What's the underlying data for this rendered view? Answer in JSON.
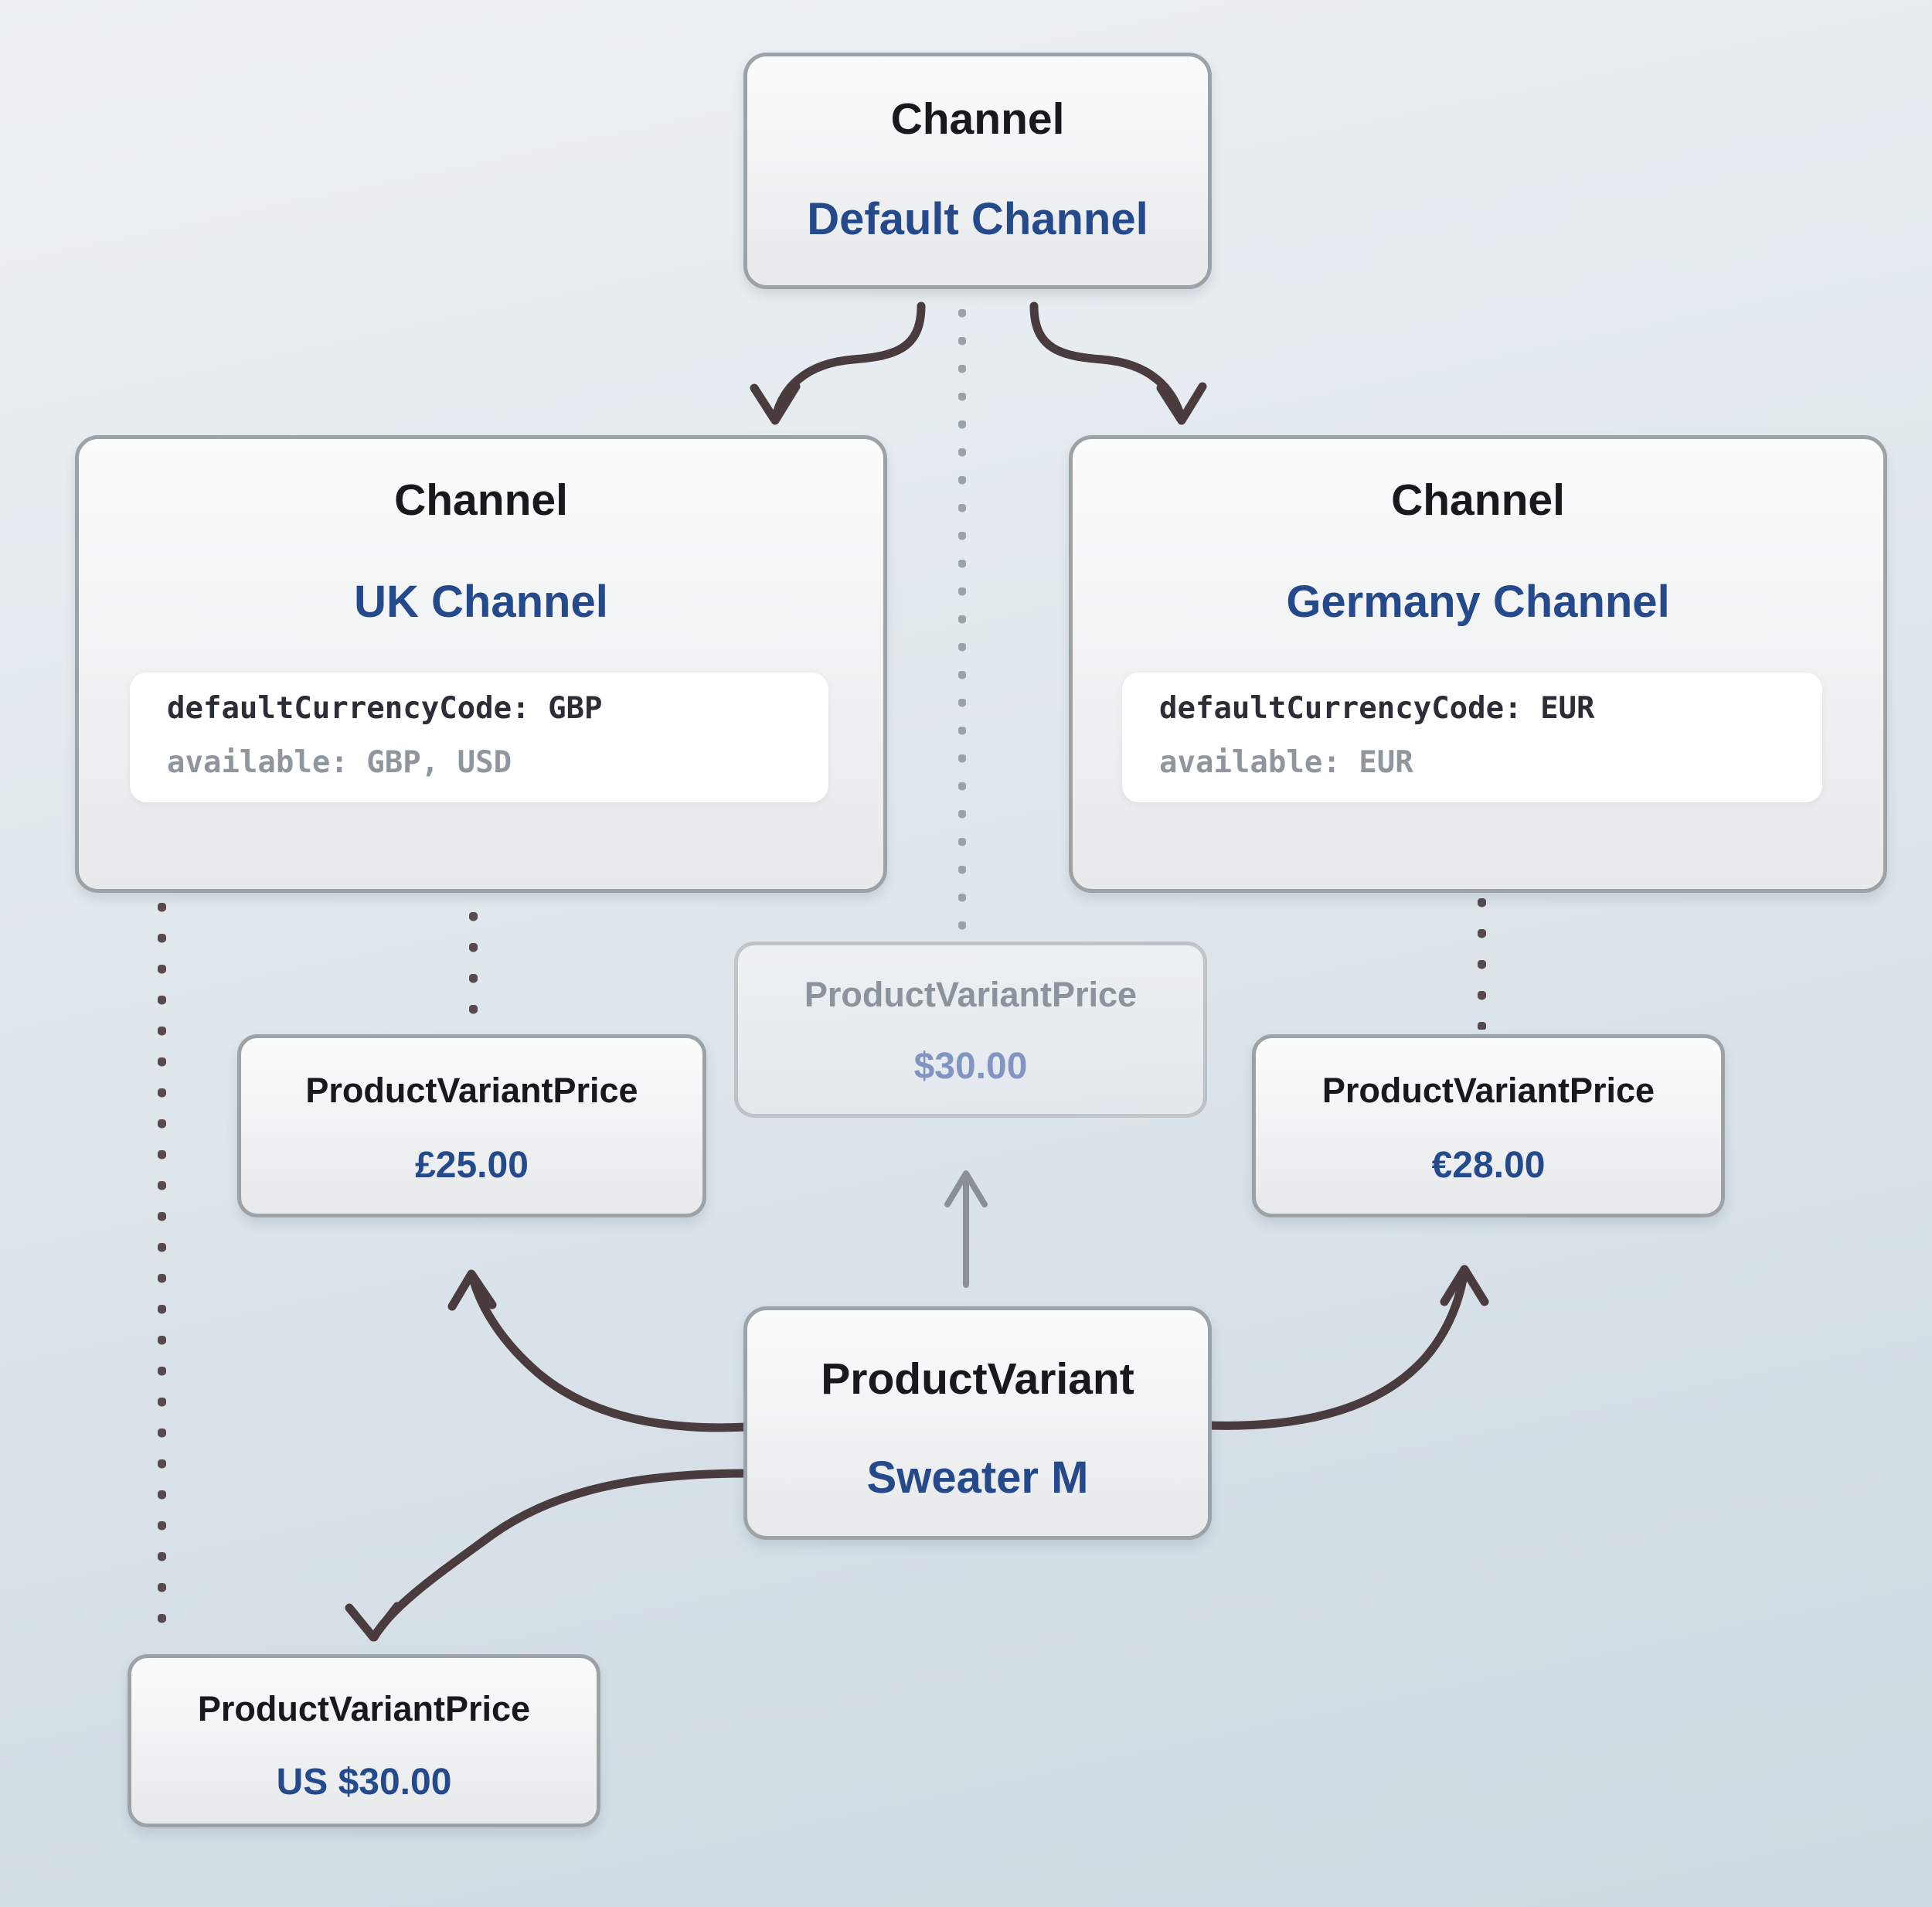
{
  "nodes": {
    "default_channel": {
      "type_label": "Channel",
      "name": "Default Channel"
    },
    "uk_channel": {
      "type_label": "Channel",
      "name": "UK Channel",
      "code_main": "defaultCurrencyCode: GBP",
      "code_sub": "available: GBP, USD"
    },
    "germany_channel": {
      "type_label": "Channel",
      "name": "Germany Channel",
      "code_main": "defaultCurrencyCode: EUR",
      "code_sub": "available: EUR"
    },
    "price_default": {
      "type_label": "ProductVariantPrice",
      "value": "$30.00"
    },
    "price_uk": {
      "type_label": "ProductVariantPrice",
      "value": "£25.00"
    },
    "price_germany": {
      "type_label": "ProductVariantPrice",
      "value": "€28.00"
    },
    "price_us": {
      "type_label": "ProductVariantPrice",
      "value": "US $30.00"
    },
    "product_variant": {
      "type_label": "ProductVariant",
      "name": "Sweater M"
    }
  },
  "colors": {
    "name_blue": "#254a8c",
    "title_black": "#17191d",
    "faded_title_gray": "#8b939d",
    "faded_value_blue": "#8194c2",
    "arrow_dark": "#4a3b3e",
    "arrow_gray": "#8b9097",
    "dot_light": "#9aa2a9",
    "dot_dark": "#57494d",
    "node_border": "#9ca3a8",
    "code_main_text": "#2b2f35",
    "code_sub_text": "#8f969d"
  }
}
